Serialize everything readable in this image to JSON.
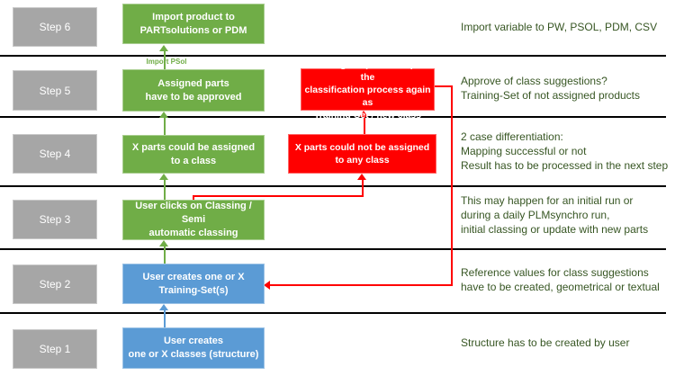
{
  "diagram": {
    "arrow_label": "Import PSol"
  },
  "rows": [
    {
      "step": "Step 6",
      "box_lines": [
        "Import product to",
        "PARTsolutions or PDM"
      ],
      "note_lines": [
        "Import variable to  PW, PSOL, PDM, CSV"
      ]
    },
    {
      "step": "Step 5",
      "box_lines": [
        "Assigned parts",
        "have to be approved"
      ],
      "red_lines": [
        "Not assigned parts can pass the",
        "classification process again as",
        "Training-Set / new class"
      ],
      "note_lines": [
        "Approve of class suggestions?",
        "Training-Set of not assigned products"
      ]
    },
    {
      "step": "Step 4",
      "box_lines": [
        "X parts could be assigned",
        "to a class"
      ],
      "red_lines": [
        "X parts could not be assigned",
        "to any class"
      ],
      "note_lines": [
        "2 case differentiation:",
        "Mapping successful or not",
        "Result has to be processed in the next step"
      ]
    },
    {
      "step": "Step 3",
      "box_lines": [
        "User clicks on Classing / Semi",
        "automatic classing"
      ],
      "note_lines": [
        "This may happen for an initial run or",
        "during a daily PLMsynchro run,",
        "initial classing or update with new parts"
      ]
    },
    {
      "step": "Step 2",
      "box_lines": [
        "User creates one or X",
        "Training-Set(s)"
      ],
      "note_lines": [
        "Reference values for class suggestions",
        "have to be created, geometrical or textual"
      ]
    },
    {
      "step": "Step 1",
      "box_lines": [
        "User creates",
        "one or X classes (structure)"
      ],
      "note_lines": [
        "Structure has to be created by user"
      ]
    }
  ],
  "colors": {
    "green": "#70AD47",
    "blue": "#5B9BD5",
    "gray": "#A6A6A6",
    "red": "#FF0000",
    "note_text": "#375623",
    "separator": "#000000",
    "box_text": "#FFFFFF"
  }
}
